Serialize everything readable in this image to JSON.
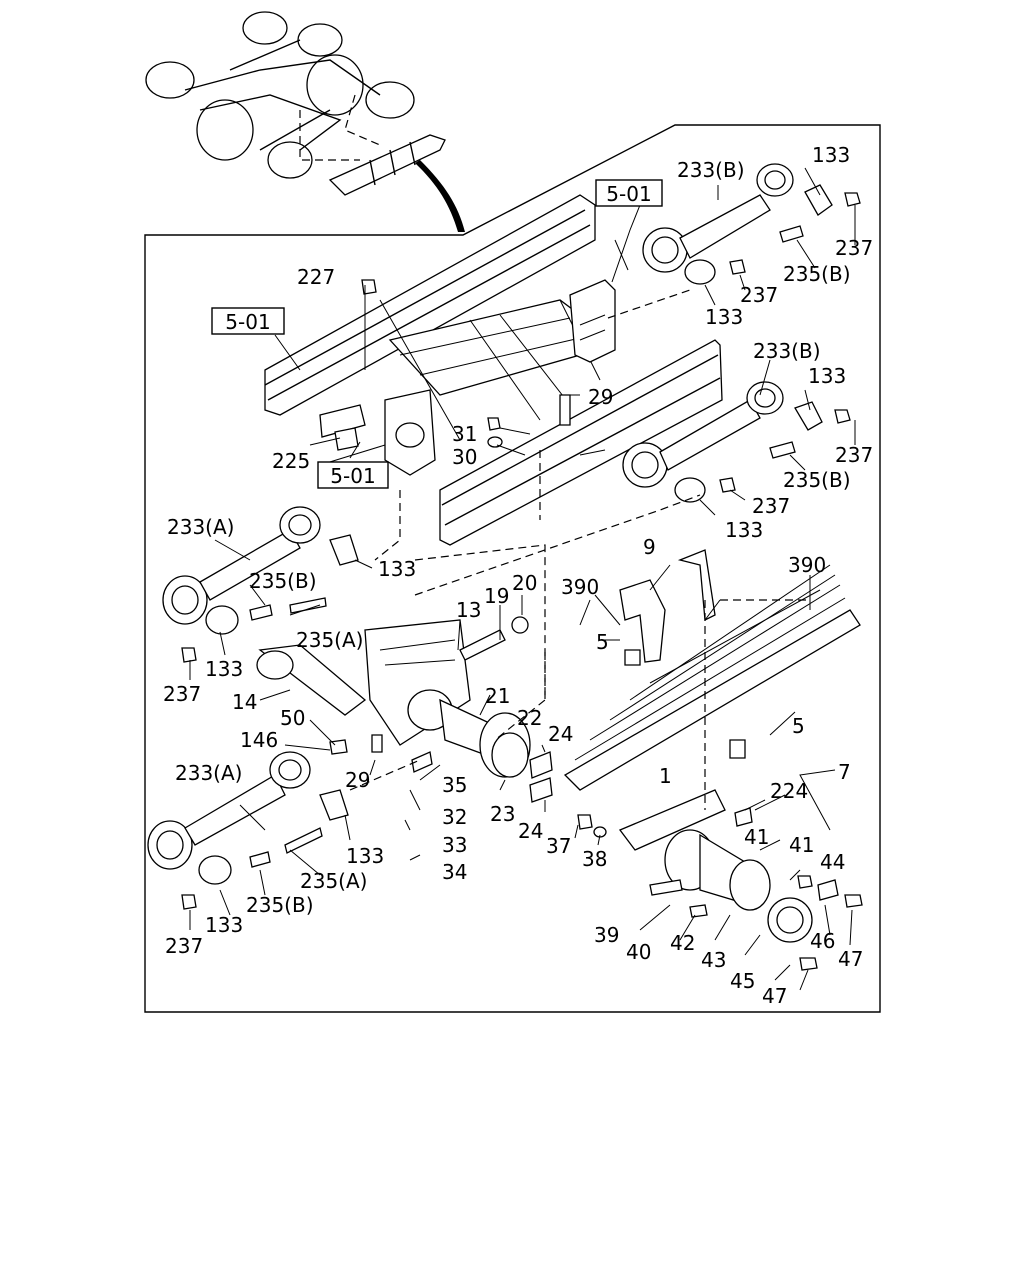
{
  "ref_boxes": [
    "5-01",
    "5-01",
    "5-01"
  ],
  "labels": {
    "l233b_1": "233(B)",
    "l133_1": "133",
    "l237_1": "237",
    "l235b_1": "235(B)",
    "l237_2": "237",
    "l133_2": "133",
    "l227": "227",
    "l233b_2": "233(B)",
    "l133_3": "133",
    "l29_1": "29",
    "l31": "31",
    "l30": "30",
    "l237_3": "237",
    "l235b_2": "235(B)",
    "l237_4": "237",
    "l133_4": "133",
    "l225": "225",
    "l233a_1": "233(A)",
    "l133_5": "133",
    "l235b_3": "235(B)",
    "l235a_1": "235(A)",
    "l133_6": "133",
    "l237_5": "237",
    "l13": "13",
    "l19": "19",
    "l20": "20",
    "l14": "14",
    "l21": "21",
    "l9": "9",
    "l390_1": "390",
    "l390_2": "390",
    "l5_1": "5",
    "l50": "50",
    "l146": "146",
    "l29_2": "29",
    "l22": "22",
    "l24_1": "24",
    "l35": "35",
    "l23": "23",
    "l24_2": "24",
    "l32": "32",
    "l33": "33",
    "l34": "34",
    "l1": "1",
    "l5_2": "5",
    "l7": "7",
    "l224": "224",
    "l41_1": "41",
    "l41_2": "41",
    "l37": "37",
    "l38": "38",
    "l44": "44",
    "l46": "46",
    "l47_1": "47",
    "l47_2": "47",
    "l39": "39",
    "l40": "40",
    "l42": "42",
    "l43": "43",
    "l45": "45",
    "l233a_2": "233(A)",
    "l133_7": "133",
    "l235a_2": "235(A)",
    "l235b_4": "235(B)",
    "l133_8": "133",
    "l237_6": "237"
  }
}
